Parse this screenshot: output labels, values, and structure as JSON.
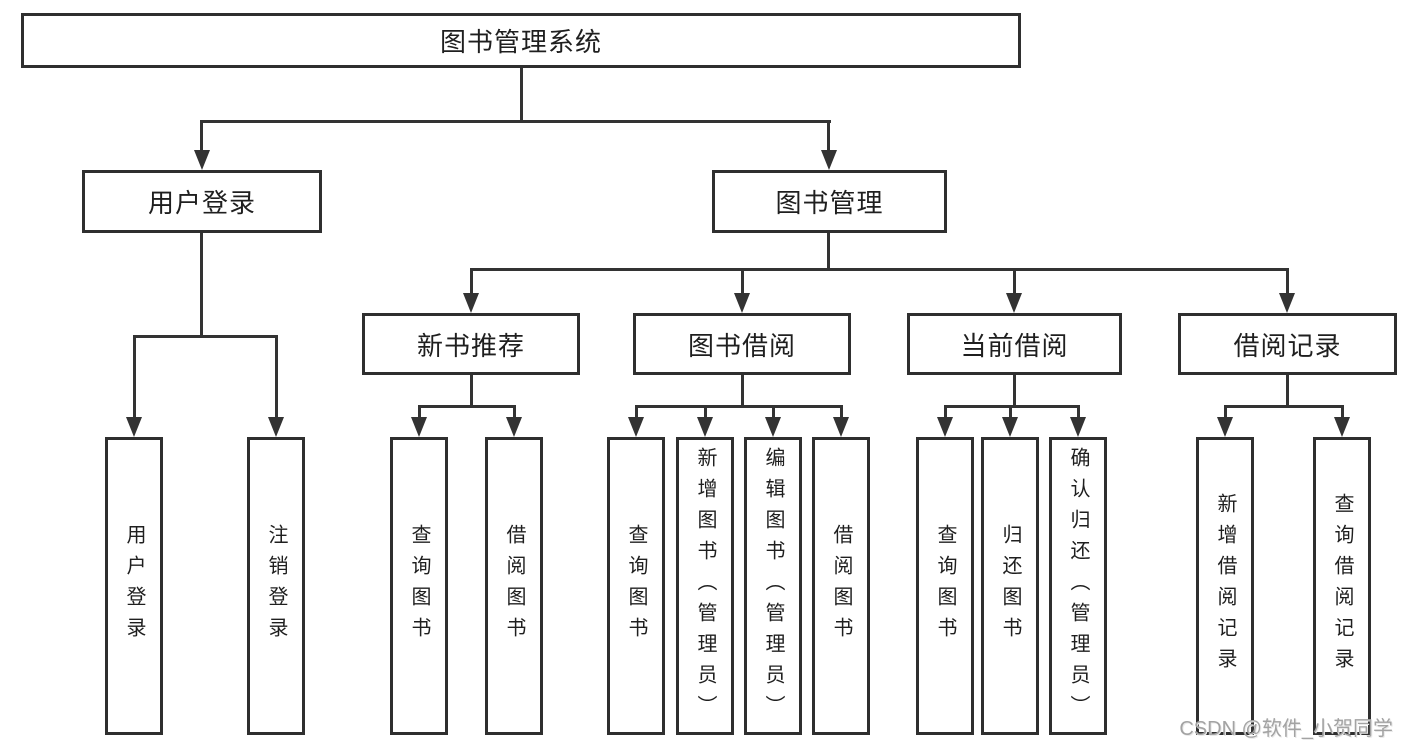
{
  "diagram": {
    "root": "图书管理系统",
    "user_login": "用户登录",
    "book_management": "图书管理",
    "user_login_children": [
      "用户登录",
      "注销登录"
    ],
    "book_management_children": [
      "新书推荐",
      "图书借阅",
      "当前借阅",
      "借阅记录"
    ],
    "new_book_children": [
      "查询图书",
      "借阅图书"
    ],
    "book_borrow_children": [
      "查询图书",
      "新增图书（管理员）",
      "编辑图书（管理员）",
      "借阅图书"
    ],
    "current_borrow_children": [
      "查询图书",
      "归还图书",
      "确认归还（管理员）"
    ],
    "borrow_record_children": [
      "新增借阅记录",
      "查询借阅记录"
    ]
  },
  "watermark": "CSDN @软件_小贺同学",
  "colors": {
    "line": "#333333",
    "border": "#2f2f2f",
    "text": "#1f1f1f",
    "watermark": "#a3a3a3",
    "background": "#ffffff"
  }
}
